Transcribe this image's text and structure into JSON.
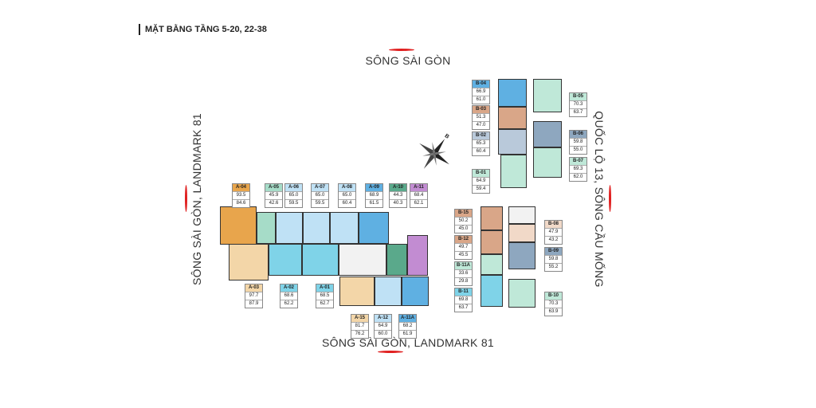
{
  "title": "MẶT BẰNG TẦNG 5-20, 22-38",
  "directions": {
    "top": "SÔNG SÀI GÒN",
    "bottom": "SÔNG SÀI GÒN, LANDMARK 81",
    "left": "SÔNG SÀI GÒN, LANDMARK 81",
    "right": "QUỐC LỘ 13, SÔNG CẦU MỐNG"
  },
  "compass_label": "B",
  "units": [
    {
      "code": "A-04",
      "a": "93.5",
      "b": "84.6",
      "color": "#e8a54c"
    },
    {
      "code": "A-05",
      "a": "45.9",
      "b": "42.6",
      "color": "#a6dcc8"
    },
    {
      "code": "A-06",
      "a": "65.0",
      "b": "59.5",
      "color": "#bfe1f5"
    },
    {
      "code": "A-07",
      "a": "65.0",
      "b": "59.5",
      "color": "#bfe1f5"
    },
    {
      "code": "A-08",
      "a": "65.0",
      "b": "60.4",
      "color": "#bfe1f5"
    },
    {
      "code": "A-09",
      "a": "68.9",
      "b": "61.5",
      "color": "#5fb0e2"
    },
    {
      "code": "A-10",
      "a": "44.3",
      "b": "40.3",
      "color": "#5aa98b"
    },
    {
      "code": "A-11",
      "a": "68.4",
      "b": "62.1",
      "color": "#c28cd2"
    },
    {
      "code": "A-03",
      "a": "97.7",
      "b": "87.9",
      "color": "#f3d6a8"
    },
    {
      "code": "A-02",
      "a": "68.6",
      "b": "62.2",
      "color": "#7fd3e8"
    },
    {
      "code": "A-01",
      "a": "68.5",
      "b": "62.7",
      "color": "#7fd3e8"
    },
    {
      "code": "A-15",
      "a": "81.7",
      "b": "76.2",
      "color": "#f3d6a8"
    },
    {
      "code": "A-12",
      "a": "64.9",
      "b": "60.0",
      "color": "#bfe1f5"
    },
    {
      "code": "A-11A",
      "a": "68.2",
      "b": "61.9",
      "color": "#5fb0e2"
    },
    {
      "code": "B-04",
      "a": "66.9",
      "b": "61.0",
      "color": "#5fb0e2"
    },
    {
      "code": "B-03",
      "a": "51.3",
      "b": "47.0",
      "color": "#d9a688"
    },
    {
      "code": "B-02",
      "a": "65.3",
      "b": "60.4",
      "color": "#b9c9da"
    },
    {
      "code": "B-01",
      "a": "64.9",
      "b": "59.4",
      "color": "#bfe8d8"
    },
    {
      "code": "B-05",
      "a": "70.3",
      "b": "63.7",
      "color": "#bfe8d8"
    },
    {
      "code": "B-06",
      "a": "59.8",
      "b": "55.0",
      "color": "#8ea7bf"
    },
    {
      "code": "B-07",
      "a": "69.3",
      "b": "62.0",
      "color": "#bfe8d8"
    },
    {
      "code": "B-15",
      "a": "50.2",
      "b": "45.0",
      "color": "#d9a688"
    },
    {
      "code": "B-12",
      "a": "49.7",
      "b": "45.5",
      "color": "#d9a688"
    },
    {
      "code": "B-11A",
      "a": "33.6",
      "b": "29.8",
      "color": "#bfe8d8"
    },
    {
      "code": "B-11",
      "a": "69.8",
      "b": "63.7",
      "color": "#7fd3e8"
    },
    {
      "code": "B-08",
      "a": "47.9",
      "b": "43.2",
      "color": "#f1d9c8"
    },
    {
      "code": "B-09",
      "a": "59.8",
      "b": "55.2",
      "color": "#8ea7bf"
    },
    {
      "code": "B-10",
      "a": "70.3",
      "b": "63.9",
      "color": "#bfe8d8"
    }
  ]
}
